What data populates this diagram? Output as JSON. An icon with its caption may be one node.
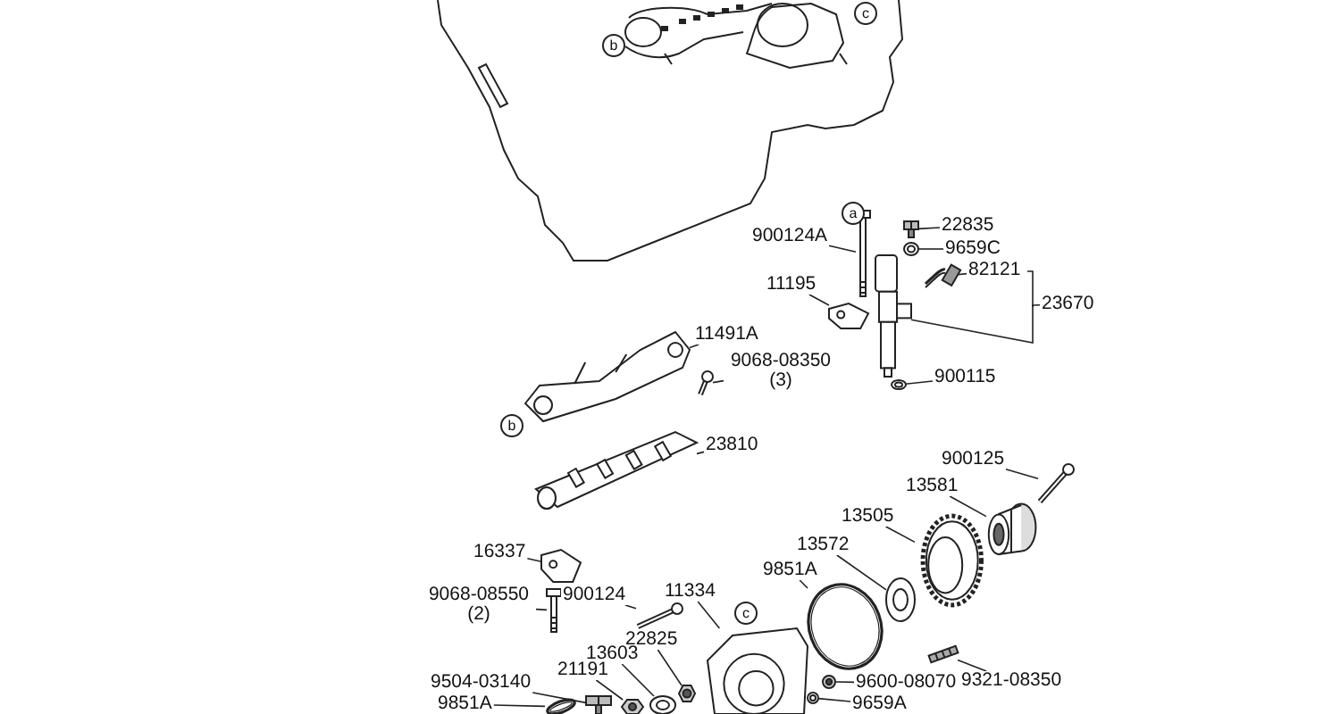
{
  "diagram": {
    "nodes": [
      {
        "text": [
          "900124A"
        ]
      },
      {
        "text": [
          "22835"
        ]
      },
      {
        "text": [
          "9659C"
        ]
      },
      {
        "text": [
          "82121"
        ]
      },
      {
        "text": [
          "11195"
        ]
      },
      {
        "text": [
          "23670"
        ]
      },
      {
        "text": [
          "11491A"
        ]
      },
      {
        "text": [
          "9068-08350 (3)"
        ]
      },
      {
        "text": [
          "900115"
        ]
      },
      {
        "text": [
          "23810"
        ]
      },
      {
        "text": [
          "900125"
        ]
      },
      {
        "text": [
          "13581"
        ]
      },
      {
        "text": [
          "13505"
        ]
      },
      {
        "text": [
          "13572"
        ]
      },
      {
        "text": [
          "16337"
        ]
      },
      {
        "text": [
          "9851A"
        ]
      },
      {
        "text": [
          "9068-08550 (2)"
        ]
      },
      {
        "text": [
          "900124"
        ]
      },
      {
        "text": [
          "11334"
        ]
      },
      {
        "text": [
          "22825"
        ]
      },
      {
        "text": [
          "13603"
        ]
      },
      {
        "text": [
          "21191"
        ]
      },
      {
        "text": [
          "9321-08350"
        ]
      },
      {
        "text": [
          "9504-03140"
        ]
      },
      {
        "text": [
          "9600-08070"
        ]
      },
      {
        "text": [
          "9851A"
        ]
      },
      {
        "text": [
          "9659A"
        ]
      },
      {
        "text": [],
        "shape": "picture"
      },
      {
        "text": [],
        "shape": "picture"
      },
      {
        "text": [],
        "shape": "picture"
      },
      {
        "text": [],
        "shape": "picture"
      },
      {
        "text": [],
        "shape": "picture"
      },
      {
        "text": [],
        "shape": "picture"
      },
      {
        "text": [],
        "shape": "picture"
      },
      {
        "text": [],
        "shape": "picture"
      },
      {
        "text": [],
        "shape": "picture"
      },
      {
        "text": [],
        "shape": "picture"
      },
      {
        "text": [],
        "shape": "picture"
      },
      {
        "text": [],
        "shape": "picture"
      },
      {
        "text": [],
        "shape": "picture"
      },
      {
        "text": [],
        "shape": "picture"
      },
      {
        "text": [],
        "shape": "picture"
      },
      {
        "text": [],
        "shape": "picture"
      },
      {
        "text": [],
        "shape": "picture"
      },
      {
        "text": [],
        "shape": "picture"
      },
      {
        "text": [],
        "shape": "picture"
      },
      {
        "text": [],
        "shape": "picture"
      },
      {
        "text": [],
        "shape": "picture"
      },
      {
        "text": [],
        "shape": "picture"
      },
      {
        "text": [],
        "shape": "picture"
      },
      {
        "text": [],
        "shape": "picture"
      },
      {
        "text": [],
        "shape": "picture"
      },
      {
        "text": [],
        "shape": "picture"
      },
      {
        "text": [],
        "shape": "picture"
      }
    ],
    "edges": [
      {
        "from": 0,
        "to": 27,
        "arrow": "none"
      },
      {
        "from": 1,
        "to": 28,
        "arrow": "none"
      },
      {
        "from": 2,
        "to": 29,
        "arrow": "none"
      },
      {
        "from": 3,
        "to": 30,
        "arrow": "none"
      },
      {
        "from": 4,
        "to": 31,
        "arrow": "none"
      },
      {
        "from": 5,
        "to": 32,
        "arrow": "none"
      },
      {
        "from": 6,
        "to": 33,
        "arrow": "none"
      },
      {
        "from": 7,
        "to": 34,
        "arrow": "none"
      },
      {
        "from": 8,
        "to": 35,
        "arrow": "none"
      },
      {
        "from": 9,
        "to": 36,
        "arrow": "none"
      },
      {
        "from": 10,
        "to": 37,
        "arrow": "none"
      },
      {
        "from": 11,
        "to": 38,
        "arrow": "none"
      },
      {
        "from": 12,
        "to": 39,
        "arrow": "none"
      },
      {
        "from": 13,
        "to": 40,
        "arrow": "none"
      },
      {
        "from": 14,
        "to": 41,
        "arrow": "none"
      },
      {
        "from": 15,
        "to": 42,
        "arrow": "none"
      },
      {
        "from": 16,
        "to": 43,
        "arrow": "none"
      },
      {
        "from": 17,
        "to": 44,
        "arrow": "none"
      },
      {
        "from": 18,
        "to": 45,
        "arrow": "none"
      },
      {
        "from": 19,
        "to": 46,
        "arrow": "none"
      },
      {
        "from": 20,
        "to": 47,
        "arrow": "none"
      },
      {
        "from": 21,
        "to": 48,
        "arrow": "none"
      },
      {
        "from": 22,
        "to": 49,
        "arrow": "none"
      },
      {
        "from": 23,
        "to": 50,
        "arrow": "none"
      },
      {
        "from": 24,
        "to": 51,
        "arrow": "none"
      },
      {
        "from": 25,
        "to": 52,
        "arrow": "none"
      },
      {
        "from": 26,
        "to": 53,
        "arrow": "none"
      }
    ],
    "labels": [
      "c",
      "b",
      "a",
      "b",
      "c"
    ]
  }
}
